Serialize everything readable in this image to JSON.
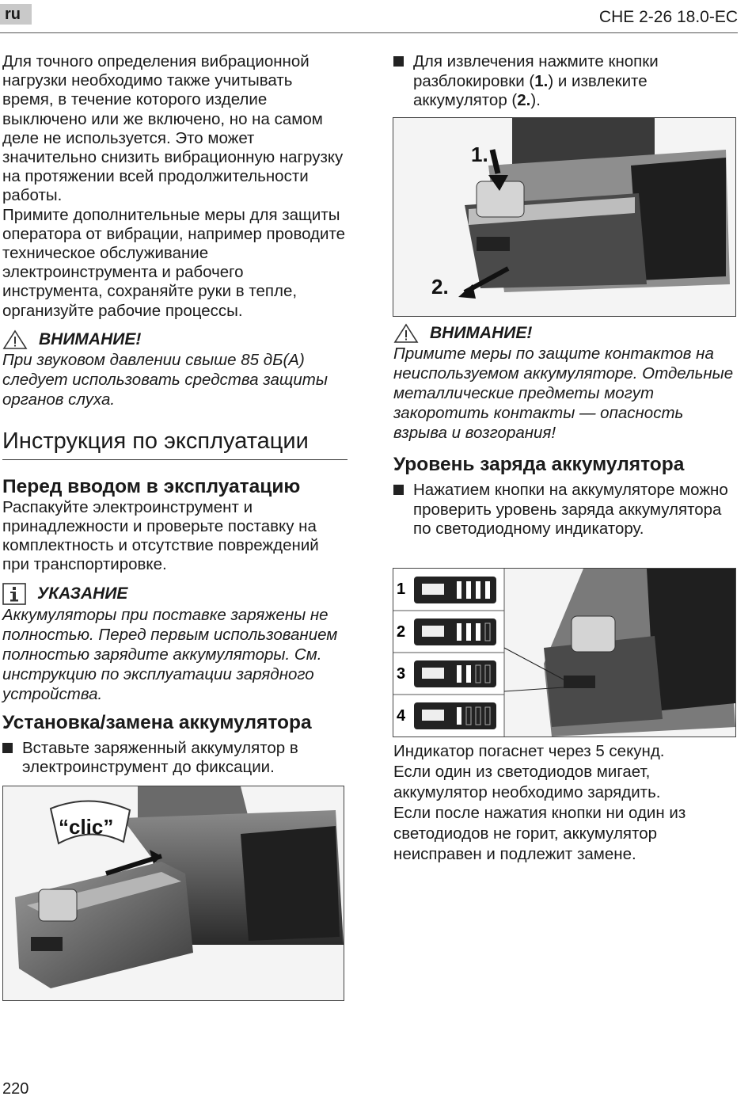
{
  "header": {
    "lang": "ru",
    "model": "CHE 2-26 18.0-EC"
  },
  "left": {
    "intro": "Для точного определения вибрационной нагрузки необходимо также учитывать время, в течение которого изделие выключено или же включено, но на самом деле не используется. Это может значительно снизить вибрационную нагрузку на протяжении всей продолжительности работы.",
    "measures": "Примите дополнительные меры для защиты оператора от вибрации, например проводите техническое обслуживание электроинструмента и рабочего инструмента, сохраняйте руки в тепле, организуйте рабочие процессы.",
    "warning_title": "ВНИМАНИЕ!",
    "warning_text": "При звуковом давлении свыше 85 дБ(A) следует использовать средства защиты органов слуха.",
    "section_title": "Инструкция по эксплуатации",
    "before_use_title": "Перед вводом в эксплуатацию",
    "before_use_text": "Распакуйте электроинструмент и принадлежности и проверьте поставку на комплектность и отсутствие повреждений при транспортировке.",
    "note_title": "УКАЗАНИЕ",
    "note_text": "Аккумуляторы при поставке заряжены не полностью. Перед первым использованием полностью зарядите аккумуляторы. См. инструкцию по эксплуатации зарядного устройства.",
    "install_title": "Установка/замена аккумулятора",
    "install_bullet": "Вставьте заряженный аккумулятор в электроинструмент до фиксации.",
    "clic_label": "“clic”"
  },
  "right": {
    "remove_bullet_pre": "Для извлечения нажмите кнопки разблокировки (",
    "remove_num1": "1.",
    "remove_mid": ") и извлеките аккумулятор (",
    "remove_num2": "2.",
    "remove_post": ").",
    "fig_label_1": "1.",
    "fig_label_2": "2.",
    "warning_title": "ВНИМАНИЕ!",
    "warning_text": "Примите меры по защите контактов на неиспользуемом аккумуляторе. Отдельные металлические предметы могут закоротить контакты — опасность взрыва и возгорания!",
    "charge_title": "Уровень заряда аккумулятора",
    "charge_bullet": "Нажатием кнопки на аккумуляторе можно проверить уровень заряда аккумулятора по светодиодному индикатору.",
    "led_rows": [
      "1",
      "2",
      "3",
      "4"
    ],
    "info1": "Индикатор погаснет через 5 секунд.",
    "info2": "Если один из светодиодов мигает, аккумулятор необходимо зарядить.",
    "info3": "Если после нажатия кнопки ни один из светодиодов не горит, аккумулятор неисправен и подлежит замене."
  },
  "footer": {
    "page_number": "220"
  }
}
